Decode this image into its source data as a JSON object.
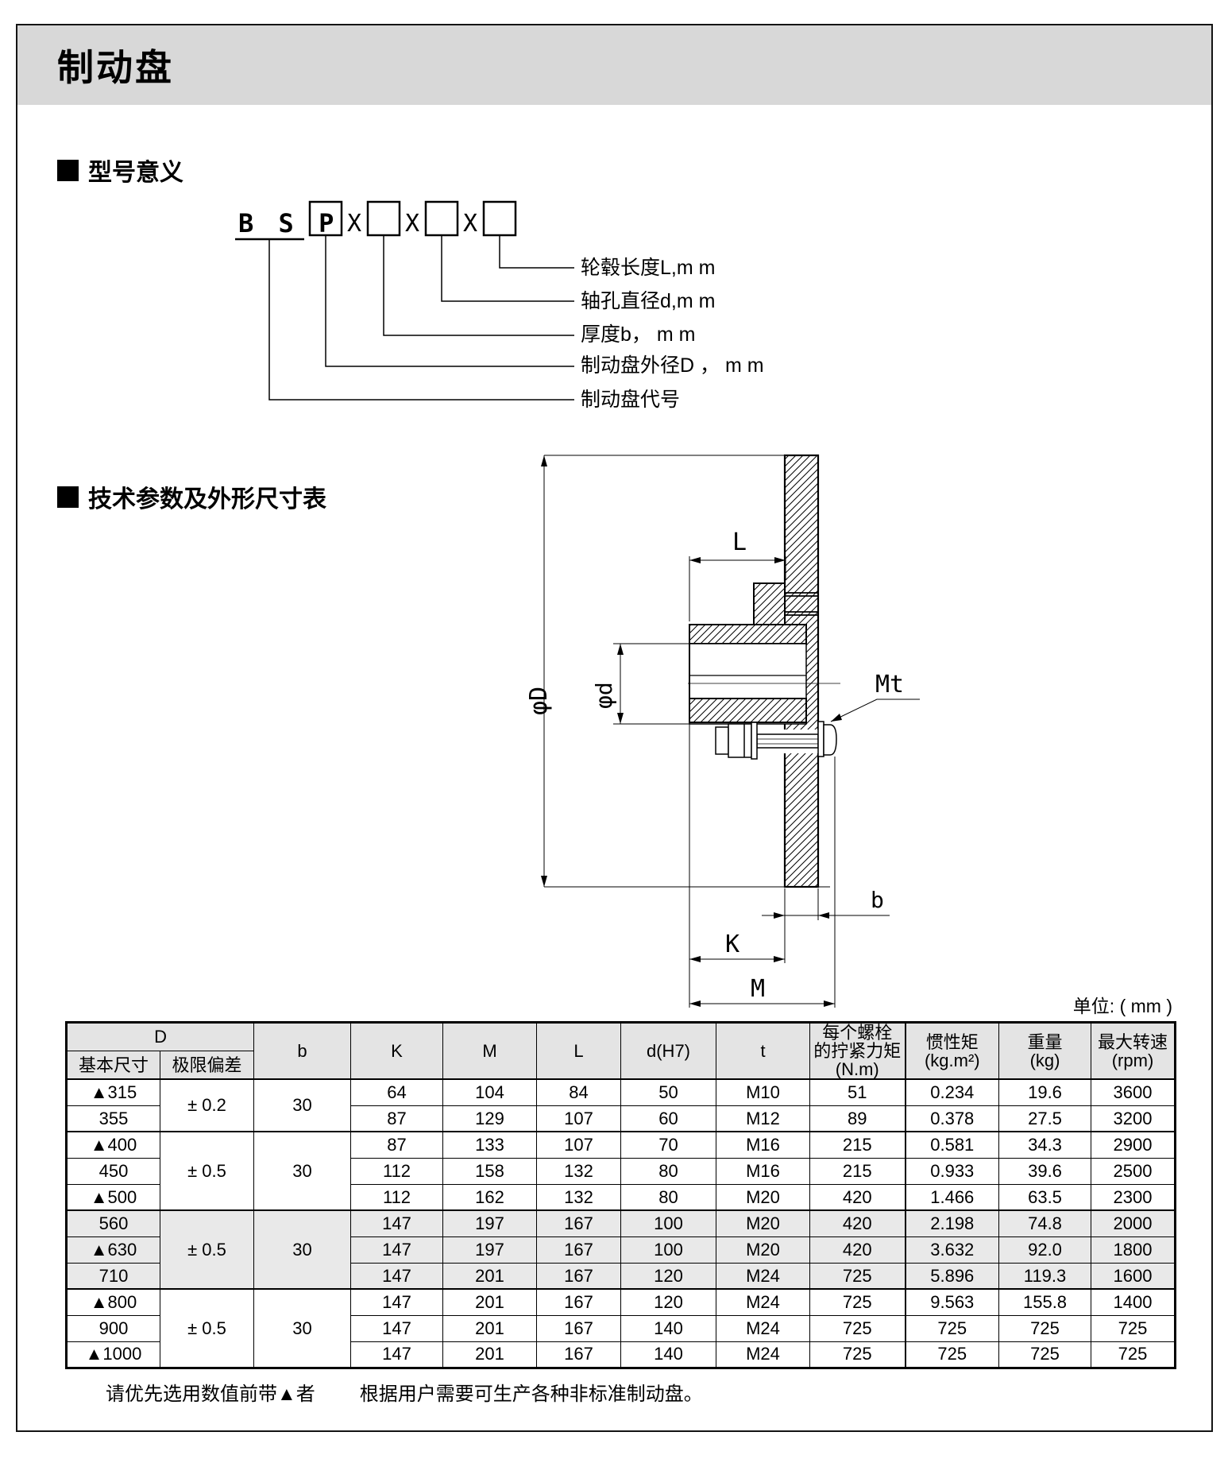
{
  "page": {
    "title": "制动盘",
    "section1": "型号意义",
    "section2": "技术参数及外形尺寸表",
    "unit_note": "单位: ( mm )",
    "footer_note1": "请优先选用数值前带▲者",
    "footer_note2": "根据用户需要可生产各种非标准制动盘。"
  },
  "model_diagram": {
    "code": "B S P",
    "x_sep": "X",
    "labels": [
      "轮毂长度L,m m",
      "轴孔直径d,m m",
      "厚度b， m m",
      "制动盘外径D ， m m",
      "制动盘代号"
    ]
  },
  "drawing": {
    "dims": {
      "phiD": "φD",
      "phid": "φd",
      "L": "L",
      "Mt": "Mt",
      "b": "b",
      "K": "K",
      "M": "M"
    }
  },
  "table": {
    "headers": {
      "d_group": "D",
      "d_basic": "基本尺寸",
      "d_dev": "极限偏差",
      "b": "b",
      "k": "K",
      "m": "M",
      "l": "L",
      "d_h7": "d(H7)",
      "t": "t",
      "torque1": "每个螺栓",
      "torque2": "的拧紧力矩",
      "torque3": "(N.m)",
      "inertia1": "惯性矩",
      "inertia2": "(kg.m²)",
      "weight1": "重量",
      "weight2": "(kg)",
      "speed1": "最大转速",
      "speed2": "(rpm)"
    },
    "groups": [
      {
        "dev": "± 0.2",
        "b": "30"
      },
      {
        "dev": "± 0.5",
        "b": "30"
      },
      {
        "dev": "± 0.5",
        "b": "30"
      },
      {
        "dev": "± 0.5",
        "b": "30"
      }
    ],
    "rows": [
      {
        "basic": "▲315",
        "k": "64",
        "m": "104",
        "l": "84",
        "d": "50",
        "t": "M10",
        "tq": "51",
        "j": "0.234",
        "w": "19.6",
        "n": "3600"
      },
      {
        "basic": "355",
        "k": "87",
        "m": "129",
        "l": "107",
        "d": "60",
        "t": "M12",
        "tq": "89",
        "j": "0.378",
        "w": "27.5",
        "n": "3200"
      },
      {
        "basic": "▲400",
        "k": "87",
        "m": "133",
        "l": "107",
        "d": "70",
        "t": "M16",
        "tq": "215",
        "j": "0.581",
        "w": "34.3",
        "n": "2900"
      },
      {
        "basic": "450",
        "k": "112",
        "m": "158",
        "l": "132",
        "d": "80",
        "t": "M16",
        "tq": "215",
        "j": "0.933",
        "w": "39.6",
        "n": "2500"
      },
      {
        "basic": "▲500",
        "k": "112",
        "m": "162",
        "l": "132",
        "d": "80",
        "t": "M20",
        "tq": "420",
        "j": "1.466",
        "w": "63.5",
        "n": "2300"
      },
      {
        "basic": "560",
        "k": "147",
        "m": "197",
        "l": "167",
        "d": "100",
        "t": "M20",
        "tq": "420",
        "j": "2.198",
        "w": "74.8",
        "n": "2000"
      },
      {
        "basic": "▲630",
        "k": "147",
        "m": "197",
        "l": "167",
        "d": "100",
        "t": "M20",
        "tq": "420",
        "j": "3.632",
        "w": "92.0",
        "n": "1800"
      },
      {
        "basic": "710",
        "k": "147",
        "m": "201",
        "l": "167",
        "d": "120",
        "t": "M24",
        "tq": "725",
        "j": "5.896",
        "w": "119.3",
        "n": "1600"
      },
      {
        "basic": "▲800",
        "k": "147",
        "m": "201",
        "l": "167",
        "d": "120",
        "t": "M24",
        "tq": "725",
        "j": "9.563",
        "w": "155.8",
        "n": "1400"
      },
      {
        "basic": "900",
        "k": "147",
        "m": "201",
        "l": "167",
        "d": "140",
        "t": "M24",
        "tq": "725",
        "j": "725",
        "w": "725",
        "n": "725"
      },
      {
        "basic": "▲1000",
        "k": "147",
        "m": "201",
        "l": "167",
        "d": "140",
        "t": "M24",
        "tq": "725",
        "j": "725",
        "w": "725",
        "n": "725"
      }
    ]
  }
}
